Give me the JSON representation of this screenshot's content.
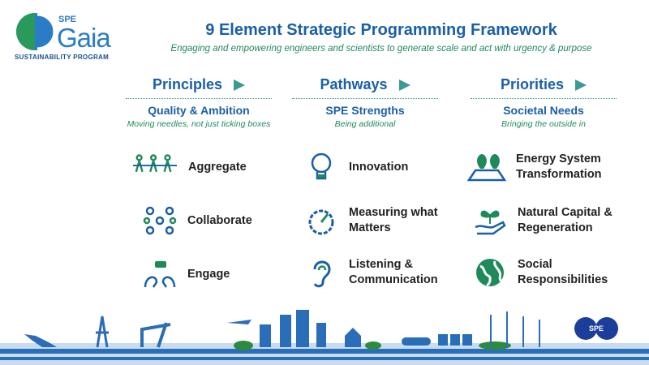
{
  "logo": {
    "brand": "SPE",
    "name": "Gaia",
    "tagline": "SUSTAINABILITY PROGRAM"
  },
  "header": {
    "title": "9 Element Strategic Programming Framework",
    "subtitle": "Engaging and empowering engineers and scientists to generate scale and act with urgency & purpose"
  },
  "columns": [
    {
      "heading": "Principles",
      "subheading": "Quality & Ambition",
      "tagline": "Moving needles, not just ticking boxes",
      "items": [
        {
          "label": "Aggregate",
          "icon": "tug-of-war-icon"
        },
        {
          "label": "Collaborate",
          "icon": "network-icon"
        },
        {
          "label": "Engage",
          "icon": "conversation-icon"
        }
      ]
    },
    {
      "heading": "Pathways",
      "subheading": "SPE Strengths",
      "tagline": "Being additional",
      "items": [
        {
          "label": "Innovation",
          "icon": "lightbulb-icon"
        },
        {
          "label": "Measuring what Matters",
          "icon": "gauge-icon"
        },
        {
          "label": "Listening & Communication",
          "icon": "ear-icon"
        }
      ]
    },
    {
      "heading": "Priorities",
      "subheading": "Societal Needs",
      "tagline": "Bringing the outside in",
      "items": [
        {
          "label": "Energy System Transformation",
          "icon": "map-pins-icon"
        },
        {
          "label": "Natural Capital & Regeneration",
          "icon": "plant-hand-icon"
        },
        {
          "label": "Social Responsibilities",
          "icon": "globe-icon"
        }
      ]
    }
  ],
  "footer": {
    "badge": "SPE"
  },
  "colors": {
    "blue": "#1a5fa8",
    "green": "#1e8a5a",
    "teal": "#3a9a94"
  }
}
